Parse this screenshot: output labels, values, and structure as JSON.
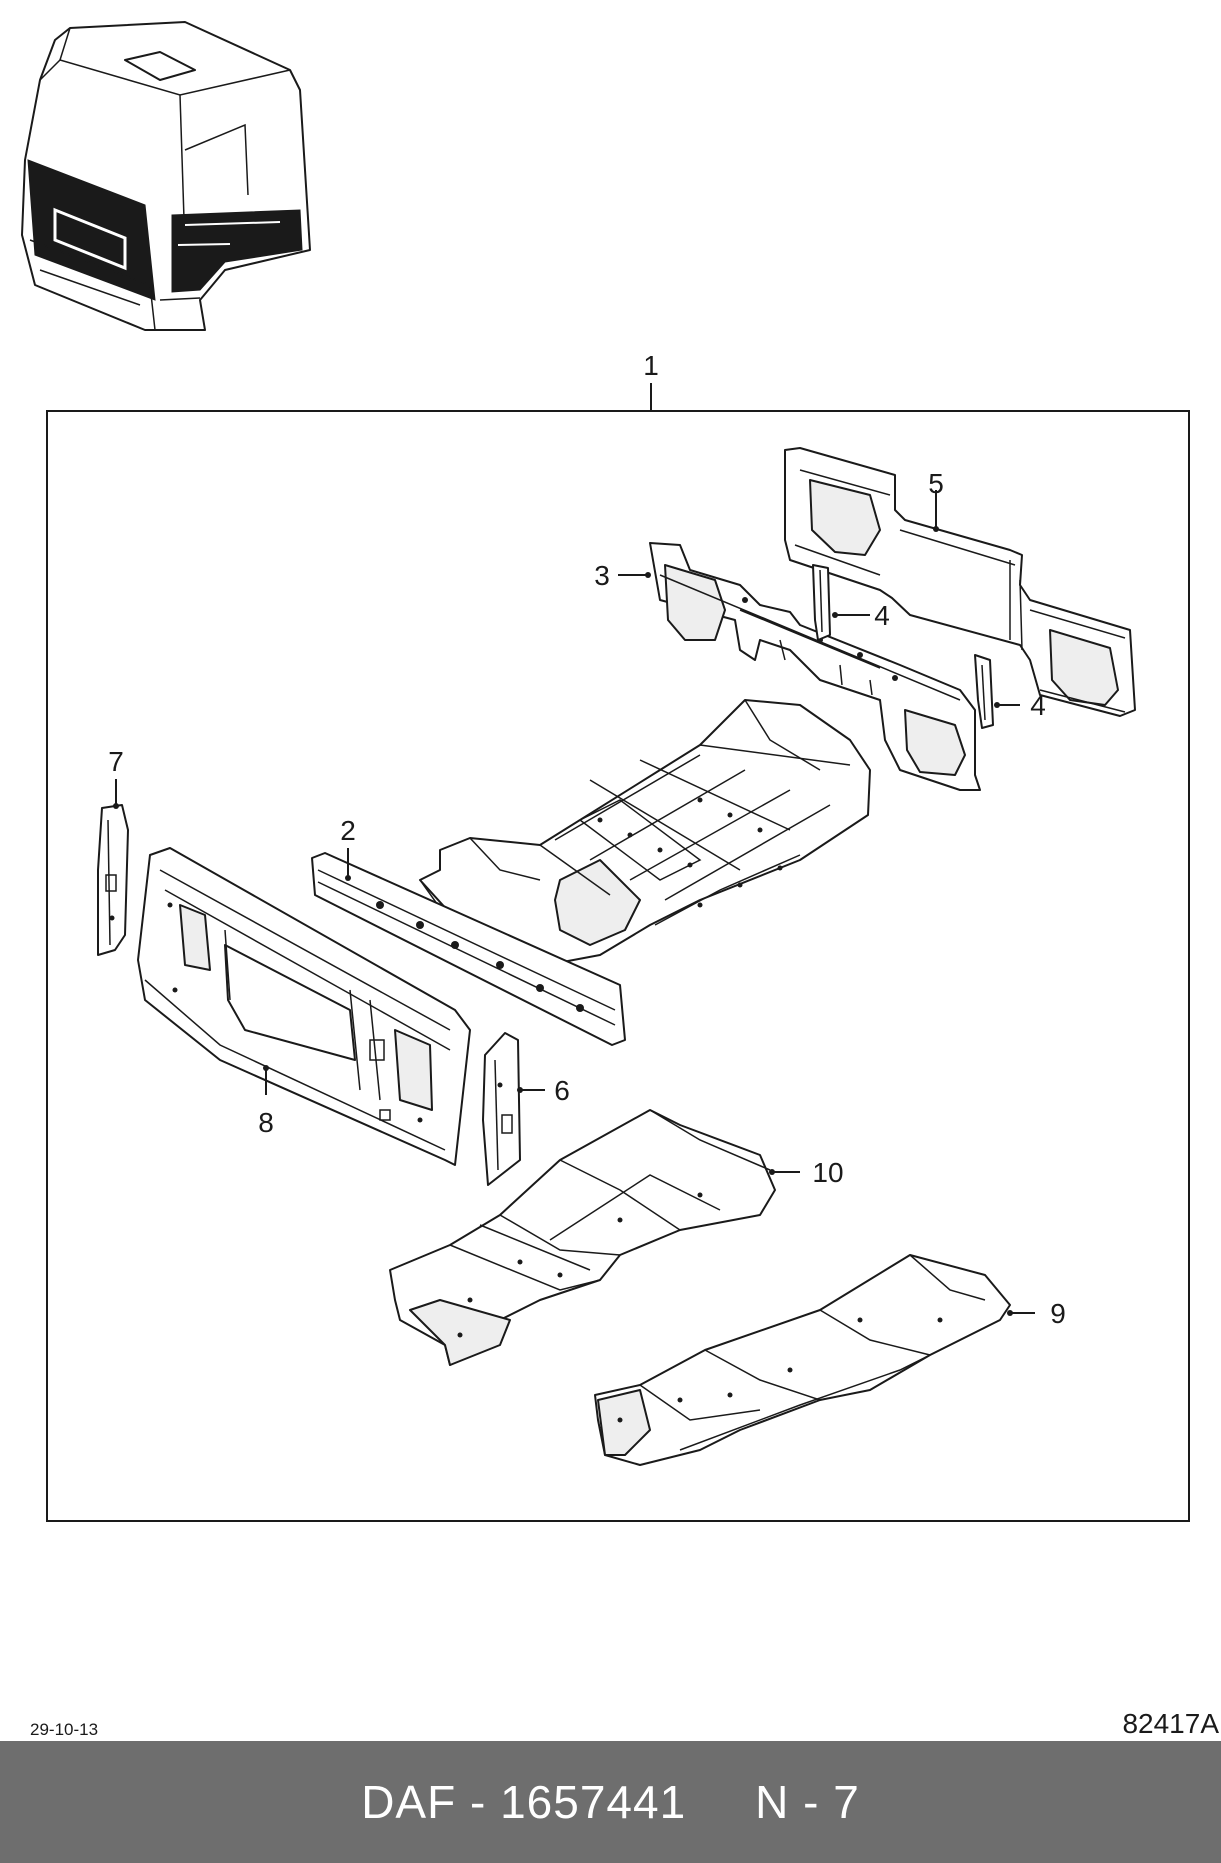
{
  "diagram": {
    "callouts": {
      "c1": "1",
      "c2": "2",
      "c3": "3",
      "c4a": "4",
      "c4b": "4",
      "c5": "5",
      "c6": "6",
      "c7": "7",
      "c8": "8",
      "c9": "9",
      "c10": "10"
    }
  },
  "footer": {
    "date": "29-10-13",
    "drawing_number": "82417A",
    "brand": "DAF",
    "separator": "-",
    "part_number": "1657441",
    "section": "N - 7"
  }
}
